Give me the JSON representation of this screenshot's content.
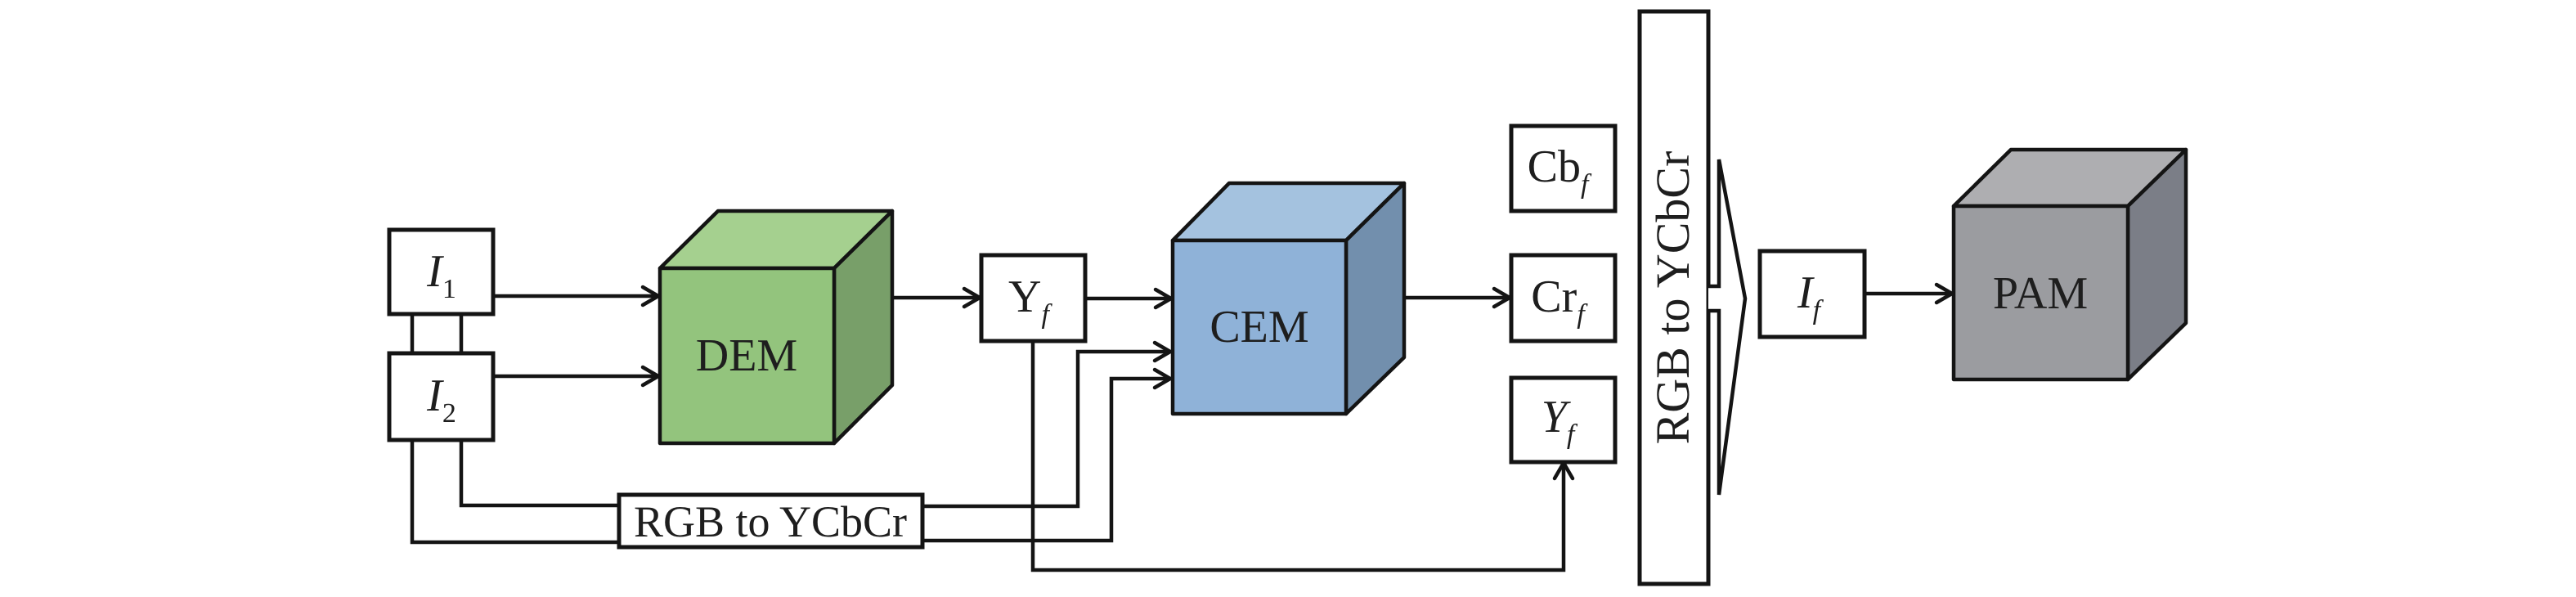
{
  "diagram": {
    "inputs": [
      {
        "id": "I1",
        "main": "I",
        "sub": "1"
      },
      {
        "id": "I2",
        "main": "I",
        "sub": "2"
      }
    ],
    "modules": {
      "dem": {
        "label": "DEM",
        "colors": {
          "front": "#93c47d",
          "top": "#a5d08f",
          "side": "#789f69"
        }
      },
      "cem": {
        "label": "CEM",
        "colors": {
          "front": "#8fb2d8",
          "top": "#a4c2df",
          "side": "#728fad"
        }
      },
      "pam": {
        "label": "PAM",
        "colors": {
          "front": "#9b9ca0",
          "top": "#aeaeb1",
          "side": "#7b7e87"
        }
      }
    },
    "yf_box": {
      "main": "Y",
      "sub": "f"
    },
    "rgb_to_ycbcr_box": {
      "label": "RGB to YCbCr"
    },
    "channels": [
      {
        "id": "Cbf",
        "main": "Cb",
        "sub": "f"
      },
      {
        "id": "Crf",
        "main": "Cr",
        "sub": "f"
      },
      {
        "id": "Yf",
        "main": "Y",
        "sub": "f"
      }
    ],
    "conversion_bar": {
      "label": "RGB to YCbCr"
    },
    "output_box": {
      "main": "I",
      "sub": "f"
    }
  }
}
